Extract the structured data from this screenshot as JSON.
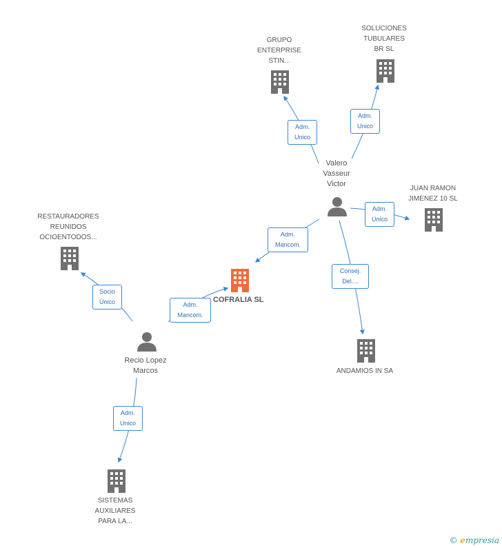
{
  "main_company": {
    "name": "COFRALIA SL",
    "color": "#f26b3a"
  },
  "people": [
    {
      "id": "valero",
      "lines": [
        "Valero",
        "Vasseur",
        "Victor"
      ]
    },
    {
      "id": "recio",
      "lines": [
        "Recio Lopez",
        "Marcos"
      ]
    }
  ],
  "companies": [
    {
      "id": "grupo",
      "lines": [
        "GRUPO",
        "ENTERPRISE",
        "STIN..."
      ]
    },
    {
      "id": "soluciones",
      "lines": [
        "SOLUCIONES",
        "TUBULARES",
        "BR SL"
      ]
    },
    {
      "id": "juanramon",
      "lines": [
        "JUAN RAMON",
        "JIMENEZ 10 SL"
      ]
    },
    {
      "id": "andamios",
      "lines": [
        "ANDAMIOS IN SA"
      ]
    },
    {
      "id": "restauradores",
      "lines": [
        "RESTAURADORES",
        "REUNIDOS",
        "OCIOENTODOS..."
      ]
    },
    {
      "id": "sistemas",
      "lines": [
        "SISTEMAS",
        "AUXILIARES",
        "PARA LA..."
      ]
    }
  ],
  "relations": [
    {
      "id": "valero-grupo",
      "lines": [
        "Adm.",
        "Unico"
      ]
    },
    {
      "id": "valero-soluciones",
      "lines": [
        "Adm.",
        "Unico"
      ]
    },
    {
      "id": "valero-juanramon",
      "lines": [
        "Adm.",
        "Unico"
      ]
    },
    {
      "id": "valero-cofralia",
      "lines": [
        "Adm.",
        "Mancom."
      ]
    },
    {
      "id": "valero-andamios",
      "lines": [
        "Consej.",
        "Del...."
      ]
    },
    {
      "id": "recio-cofralia",
      "lines": [
        "Adm.",
        "Mancom."
      ]
    },
    {
      "id": "recio-restauradores",
      "lines": [
        "Socio",
        "Único"
      ]
    },
    {
      "id": "recio-sistemas",
      "lines": [
        "Adm.",
        "Unico"
      ]
    }
  ],
  "colors": {
    "edge": "#3b86d6",
    "icon": "#707070",
    "accent": "#f26b3a"
  },
  "footer": {
    "copyright": "©",
    "brand_first": "e",
    "brand_rest": "mpresia"
  }
}
